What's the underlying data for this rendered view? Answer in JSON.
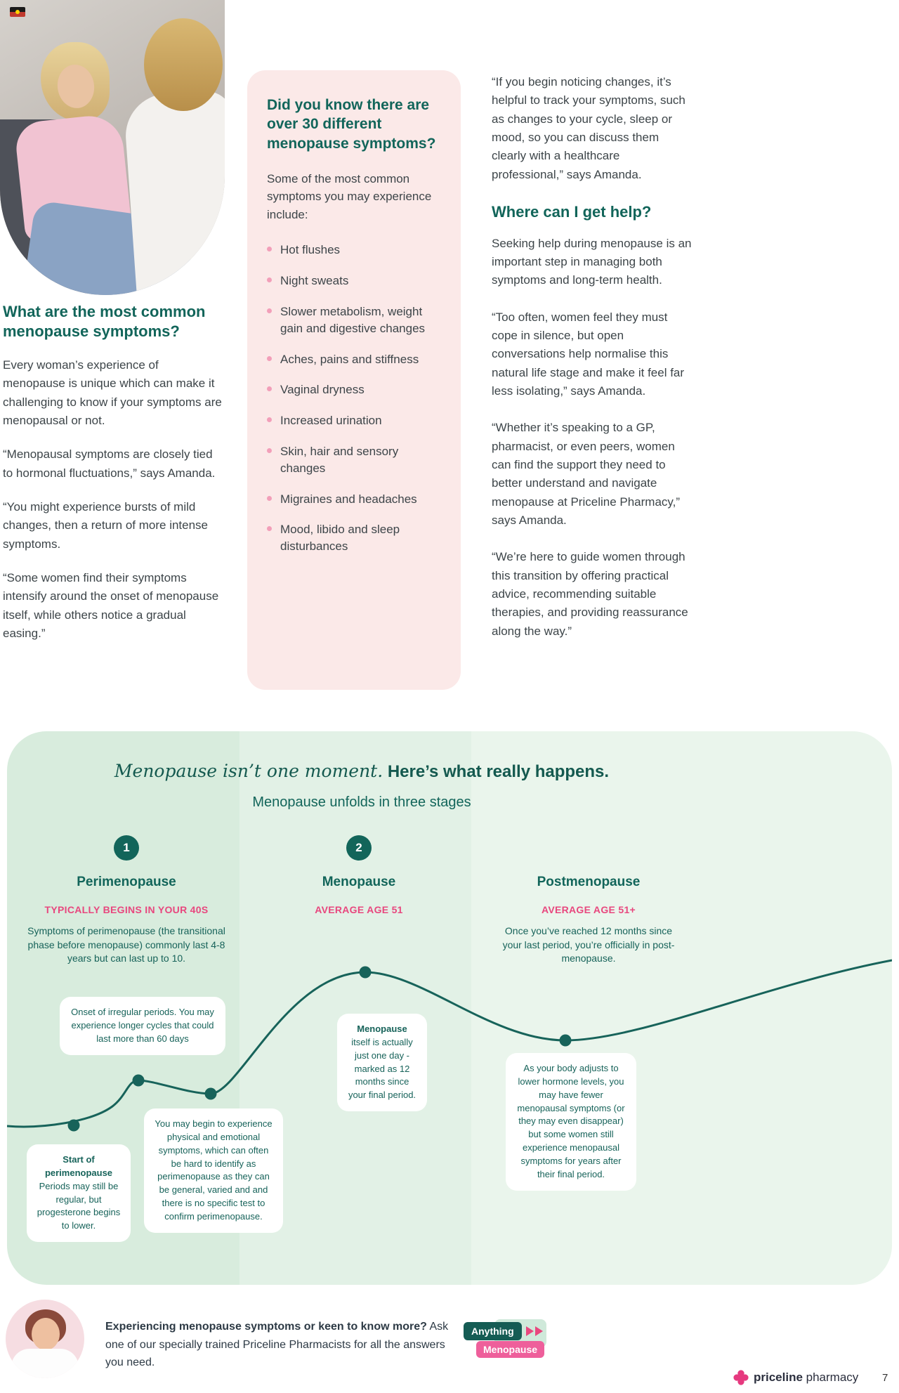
{
  "colors": {
    "teal_heading": "#12655a",
    "dark_teal": "#155c54",
    "pink_accent": "#e8477e",
    "pink_box_bg": "#fbe9e8",
    "green_section_bg": "#dff0e4",
    "badge_pink": "#ee5f9b"
  },
  "left_column": {
    "heading": "What are the most common menopause symptoms?",
    "paragraphs": [
      "Every woman’s experience of menopause is unique which can make it challenging to know if your symptoms are menopausal or not.",
      "“Menopausal symptoms are closely tied to hormonal fluctuations,” says Amanda.",
      "“You might experience bursts of mild changes, then a return of more intense symptoms.",
      "“Some women find their symptoms intensify around the onset of menopause itself, while others notice a gradual easing.”"
    ]
  },
  "pink_box": {
    "heading": "Did you know there are over 30 different menopause symptoms?",
    "intro": "Some of the most common symptoms you may experience include:",
    "bullets": [
      "Hot flushes",
      "Night sweats",
      "Slower metabolism, weight gain and digestive changes",
      "Aches, pains and stiffness",
      "Vaginal dryness",
      "Increased urination",
      "Skin, hair and sensory changes",
      "Migraines and headaches",
      "Mood, libido and sleep disturbances"
    ]
  },
  "right_column": {
    "intro_quote": "“If you begin noticing changes, it’s helpful to track your symptoms, such as changes to your cycle, sleep or mood, so you can discuss them clearly with a healthcare professional,” says Amanda.",
    "heading": "Where can I get help?",
    "paragraphs": [
      "Seeking help during menopause is an important step in managing both symptoms and long-term health.",
      "“Too often, women feel they must cope in silence, but open conversations help normalise this natural life stage and make it feel far less isolating,” says Amanda.",
      "“Whether it’s speaking to a GP, pharmacist, or even peers, women can find the support they need to better understand and navigate menopause at Priceline Pharmacy,” says Amanda.",
      "“We’re here to guide women through this transition by offering practical advice, recommending suitable therapies, and providing reassurance along the way.”"
    ]
  },
  "stages": {
    "title_italic": "Menopause isn’t one moment.",
    "title_rest": " Here’s what really happens.",
    "subtitle": "Menopause unfolds in three stages",
    "items": [
      {
        "number": "1",
        "name": "Perimenopause",
        "age": "TYPICALLY BEGINS IN YOUR 40S",
        "description": "Symptoms of perimenopause (the transitional phase before menopause) commonly last 4-8 years but can last up to 10."
      },
      {
        "number": "2",
        "name": "Menopause",
        "age": "AVERAGE AGE 51",
        "description": ""
      },
      {
        "number": "",
        "name": "Postmenopause",
        "age": "AVERAGE AGE 51+",
        "description": "Once you’ve reached 12 months since your last period, you’re officially in post-menopause."
      }
    ],
    "callouts": {
      "c1": "Onset of irregular periods. You may experience longer cycles that could last more than 60 days",
      "c2_title": "Start of perimenopause",
      "c2_text": "Periods may still be regular, but progesterone begins to lower.",
      "c3": "You may begin to experience physical and emotional symptoms, which can often be hard to identify as perimenopause as they can be general, varied and and there is no specific test to confirm perimenopause.",
      "c4_title": "Menopause",
      "c4_text": "itself is actually just one day - marked as 12 months since your final period.",
      "c5": "As your body adjusts to lower hormone levels, you may have fewer menopausal symptoms (or they may even disappear) but some women still experience menopausal symptoms for years after their final period."
    }
  },
  "footer": {
    "lead_bold": "Experiencing menopause symptoms or keen to know more?",
    "lead_rest": " Ask one of our specially trained Priceline Pharmacists for all the answers you need.",
    "badge_top": "Anything",
    "badge_bottom": "Menopause",
    "logo_bold": "priceline",
    "logo_light": " pharmacy",
    "page_number": "7"
  }
}
